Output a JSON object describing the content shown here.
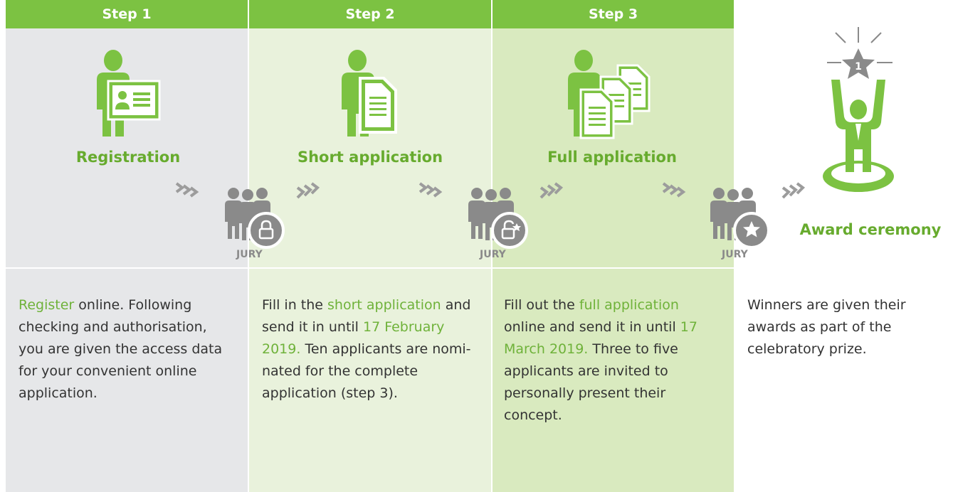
{
  "steps": [
    {
      "header": "Step 1",
      "label": "Registration",
      "text": {
        "h": "Register",
        "a": " online. Following checking and authorisation, you are given the access data for your convenient online application."
      }
    },
    {
      "header": "Step 2",
      "label": "Short application",
      "text": {
        "a": "Fill in the ",
        "h": "short application",
        "b": " and send it in until ",
        "d": "17 February 2019.",
        "c": " Ten applicants are nomi­nated for the complete application (step 3)."
      }
    },
    {
      "header": "Step 3",
      "label": "Full application",
      "text": {
        "a": "Fill out the ",
        "h": "full application",
        "b": " online and send it in until ",
        "d": "17 March 2019.",
        "c": " Three to five applicants are invited to personally present their concept."
      }
    }
  ],
  "award": {
    "label": "Award ceremony",
    "badge": "1",
    "text": "Winners are given their awards as part of the celebratory prize."
  },
  "jury_label": "JURY",
  "colors": {
    "green": "#7cc242",
    "dark_green": "#67ab2e",
    "grey": "#8a8a8a"
  },
  "icons": [
    "person-id-card-icon",
    "person-document-icon",
    "person-documents-icon",
    "winner-trophy-icon",
    "jury-lock-icon",
    "jury-unlock-star-icon",
    "jury-star-icon",
    "chevrons-down-icon",
    "chevrons-up-icon"
  ]
}
